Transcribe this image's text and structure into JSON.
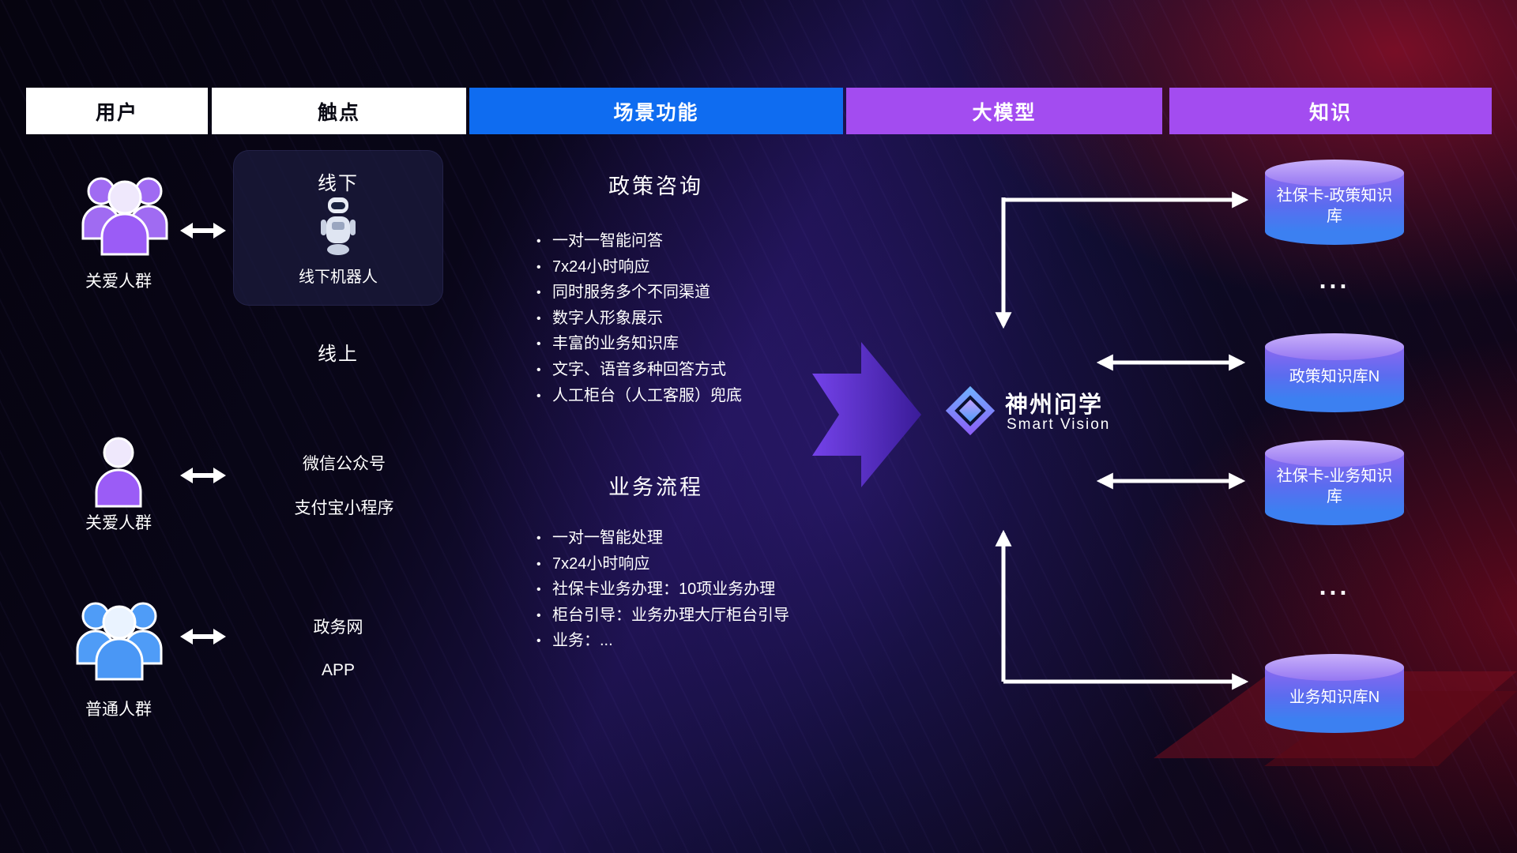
{
  "header": {
    "columns": [
      {
        "label": "用户"
      },
      {
        "label": "触点"
      },
      {
        "label": "场景功能"
      },
      {
        "label": "大模型"
      },
      {
        "label": "知识"
      }
    ]
  },
  "users": {
    "row1_label": "关爱人群",
    "row2_label": "关爱人群",
    "row3_label": "普通人群"
  },
  "touchpoints": {
    "offline_title": "线下",
    "offline_robot_label": "线下机器人",
    "online_title": "线上",
    "wechat": "微信公众号",
    "alipay": "支付宝小程序",
    "gov_web": "政务网",
    "app": "APP"
  },
  "scene": {
    "section1": {
      "title": "政策咨询",
      "bullets": [
        "一对一智能问答",
        "7x24小时响应",
        "同时服务多个不同渠道",
        "数字人形象展示",
        "丰富的业务知识库",
        "文字、语音多种回答方式",
        "人工柜台（人工客服）兜底"
      ]
    },
    "section2": {
      "title": "业务流程",
      "bullets": [
        "一对一智能处理",
        "7x24小时响应",
        "社保卡业务办理：10项业务办理",
        "柜台引导：业务办理大厅柜台引导",
        "业务：..."
      ]
    }
  },
  "model": {
    "brand": "神州问学",
    "subtitle": "Smart Vision"
  },
  "knowledge": {
    "db1": "社保卡-政策知识库",
    "dots1": "...",
    "db2": "政策知识库N",
    "db3": "社保卡-业务知识库",
    "dots2": "...",
    "db4": "业务知识库N"
  },
  "colors": {
    "blue_header": "#0f6cf0",
    "purple_header": "#a34cf0",
    "cylinder_purple": "#8b68f1",
    "cylinder_blue": "#3c80f1",
    "arrow_purple": "#5b2bd6"
  }
}
